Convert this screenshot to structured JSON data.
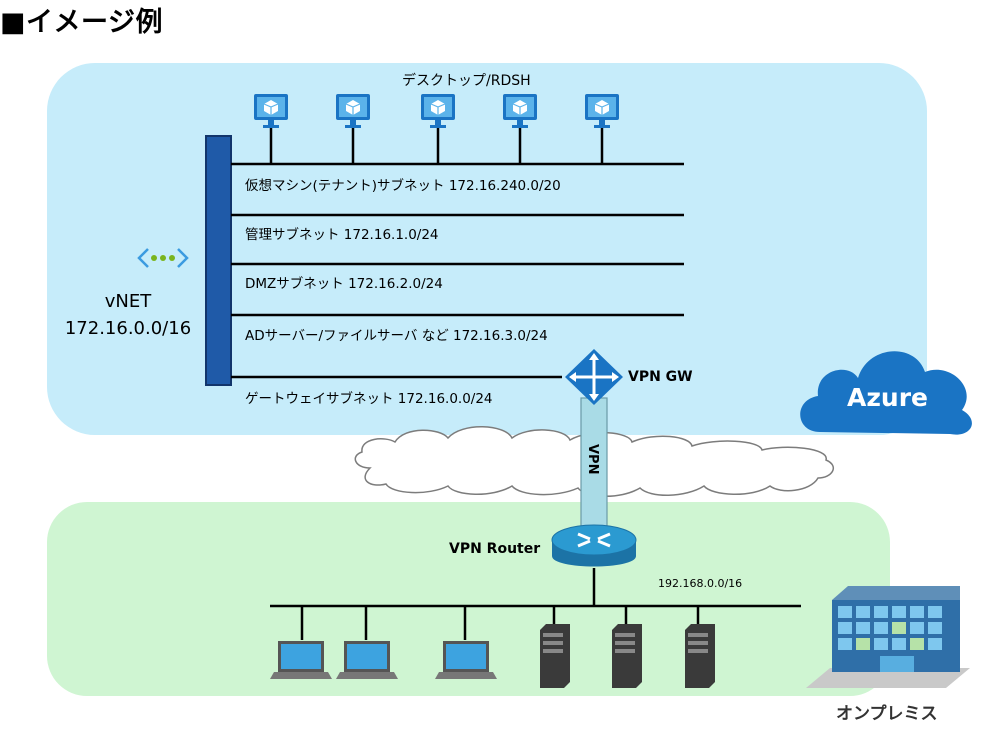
{
  "title": "■イメージ例",
  "azure": {
    "desktops_label": "デスクトップ/RDSH",
    "vnet_name": "vNET",
    "vnet_cidr": "172.16.0.0/16",
    "subnets": [
      "仮想マシン(テナント)サブネット 172.16.240.0/20",
      "管理サブネット 172.16.1.0/24",
      "DMZサブネット 172.16.2.0/24",
      "ADサーバー/ファイルサーバ など 172.16.3.0/24",
      "ゲートウェイサブネット 172.16.0.0/24"
    ],
    "vpn_gw_label": "VPN GW",
    "cloud_label": "Azure",
    "tunnel_label": "VPN"
  },
  "onprem": {
    "router_label": "VPN Router",
    "lan_cidr": "192.168.0.0/16",
    "building_label": "オンプレミス"
  },
  "colors": {
    "azure_bg": "#c6ecfa",
    "onprem_bg": "#cff5d2",
    "vnet_bar": "#1f5aa8",
    "azure_blue": "#1a74c4",
    "tunnel": "#a9dbe6"
  }
}
